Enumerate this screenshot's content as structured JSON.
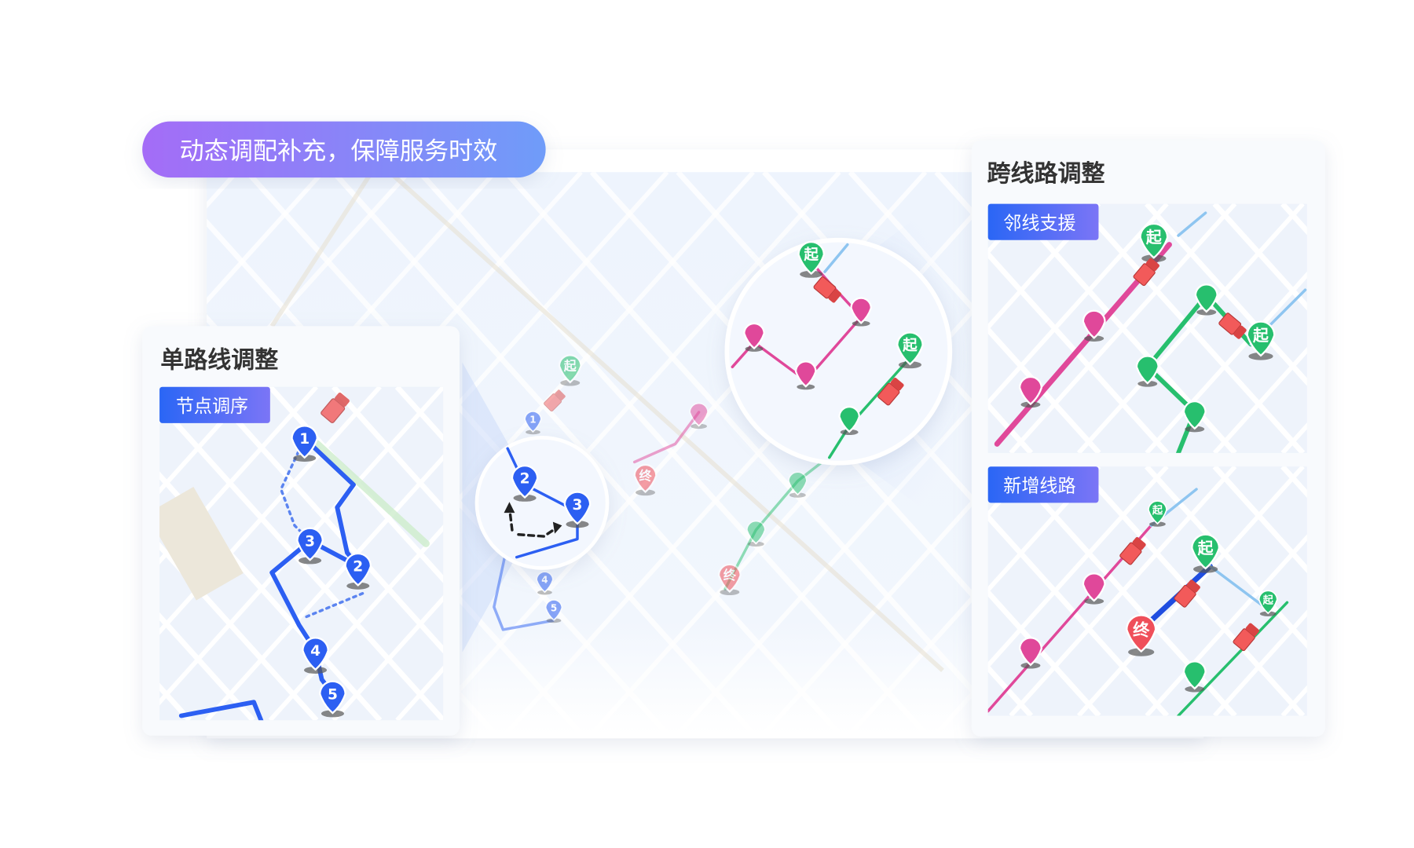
{
  "banner": {
    "text": "动态调配补充，保障服务时效"
  },
  "left_card": {
    "title": "单路线调整",
    "badge": "节点调序",
    "pins": [
      "1",
      "3",
      "2",
      "4",
      "5"
    ]
  },
  "center_map": {
    "zoom_pins": [
      "2",
      "3"
    ],
    "faded_pins": [
      "1",
      "4",
      "5",
      "起",
      "终",
      "终"
    ],
    "big_circle_pins": [
      "起",
      "起"
    ]
  },
  "right_card": {
    "title": "跨线路调整",
    "section1": {
      "badge": "邻线支援",
      "pins": [
        "起",
        "起"
      ]
    },
    "section2": {
      "badge": "新增线路",
      "pins": [
        "起",
        "起",
        "起",
        "终"
      ]
    }
  },
  "colors": {
    "blue_route": "#2c5ff2",
    "pink_route": "#e0489a",
    "green_route": "#27bf6e",
    "end_red": "#ef4f5a",
    "truck": "#f25a5a",
    "banner_from": "#a46cf7",
    "banner_to": "#6f9cf9"
  }
}
